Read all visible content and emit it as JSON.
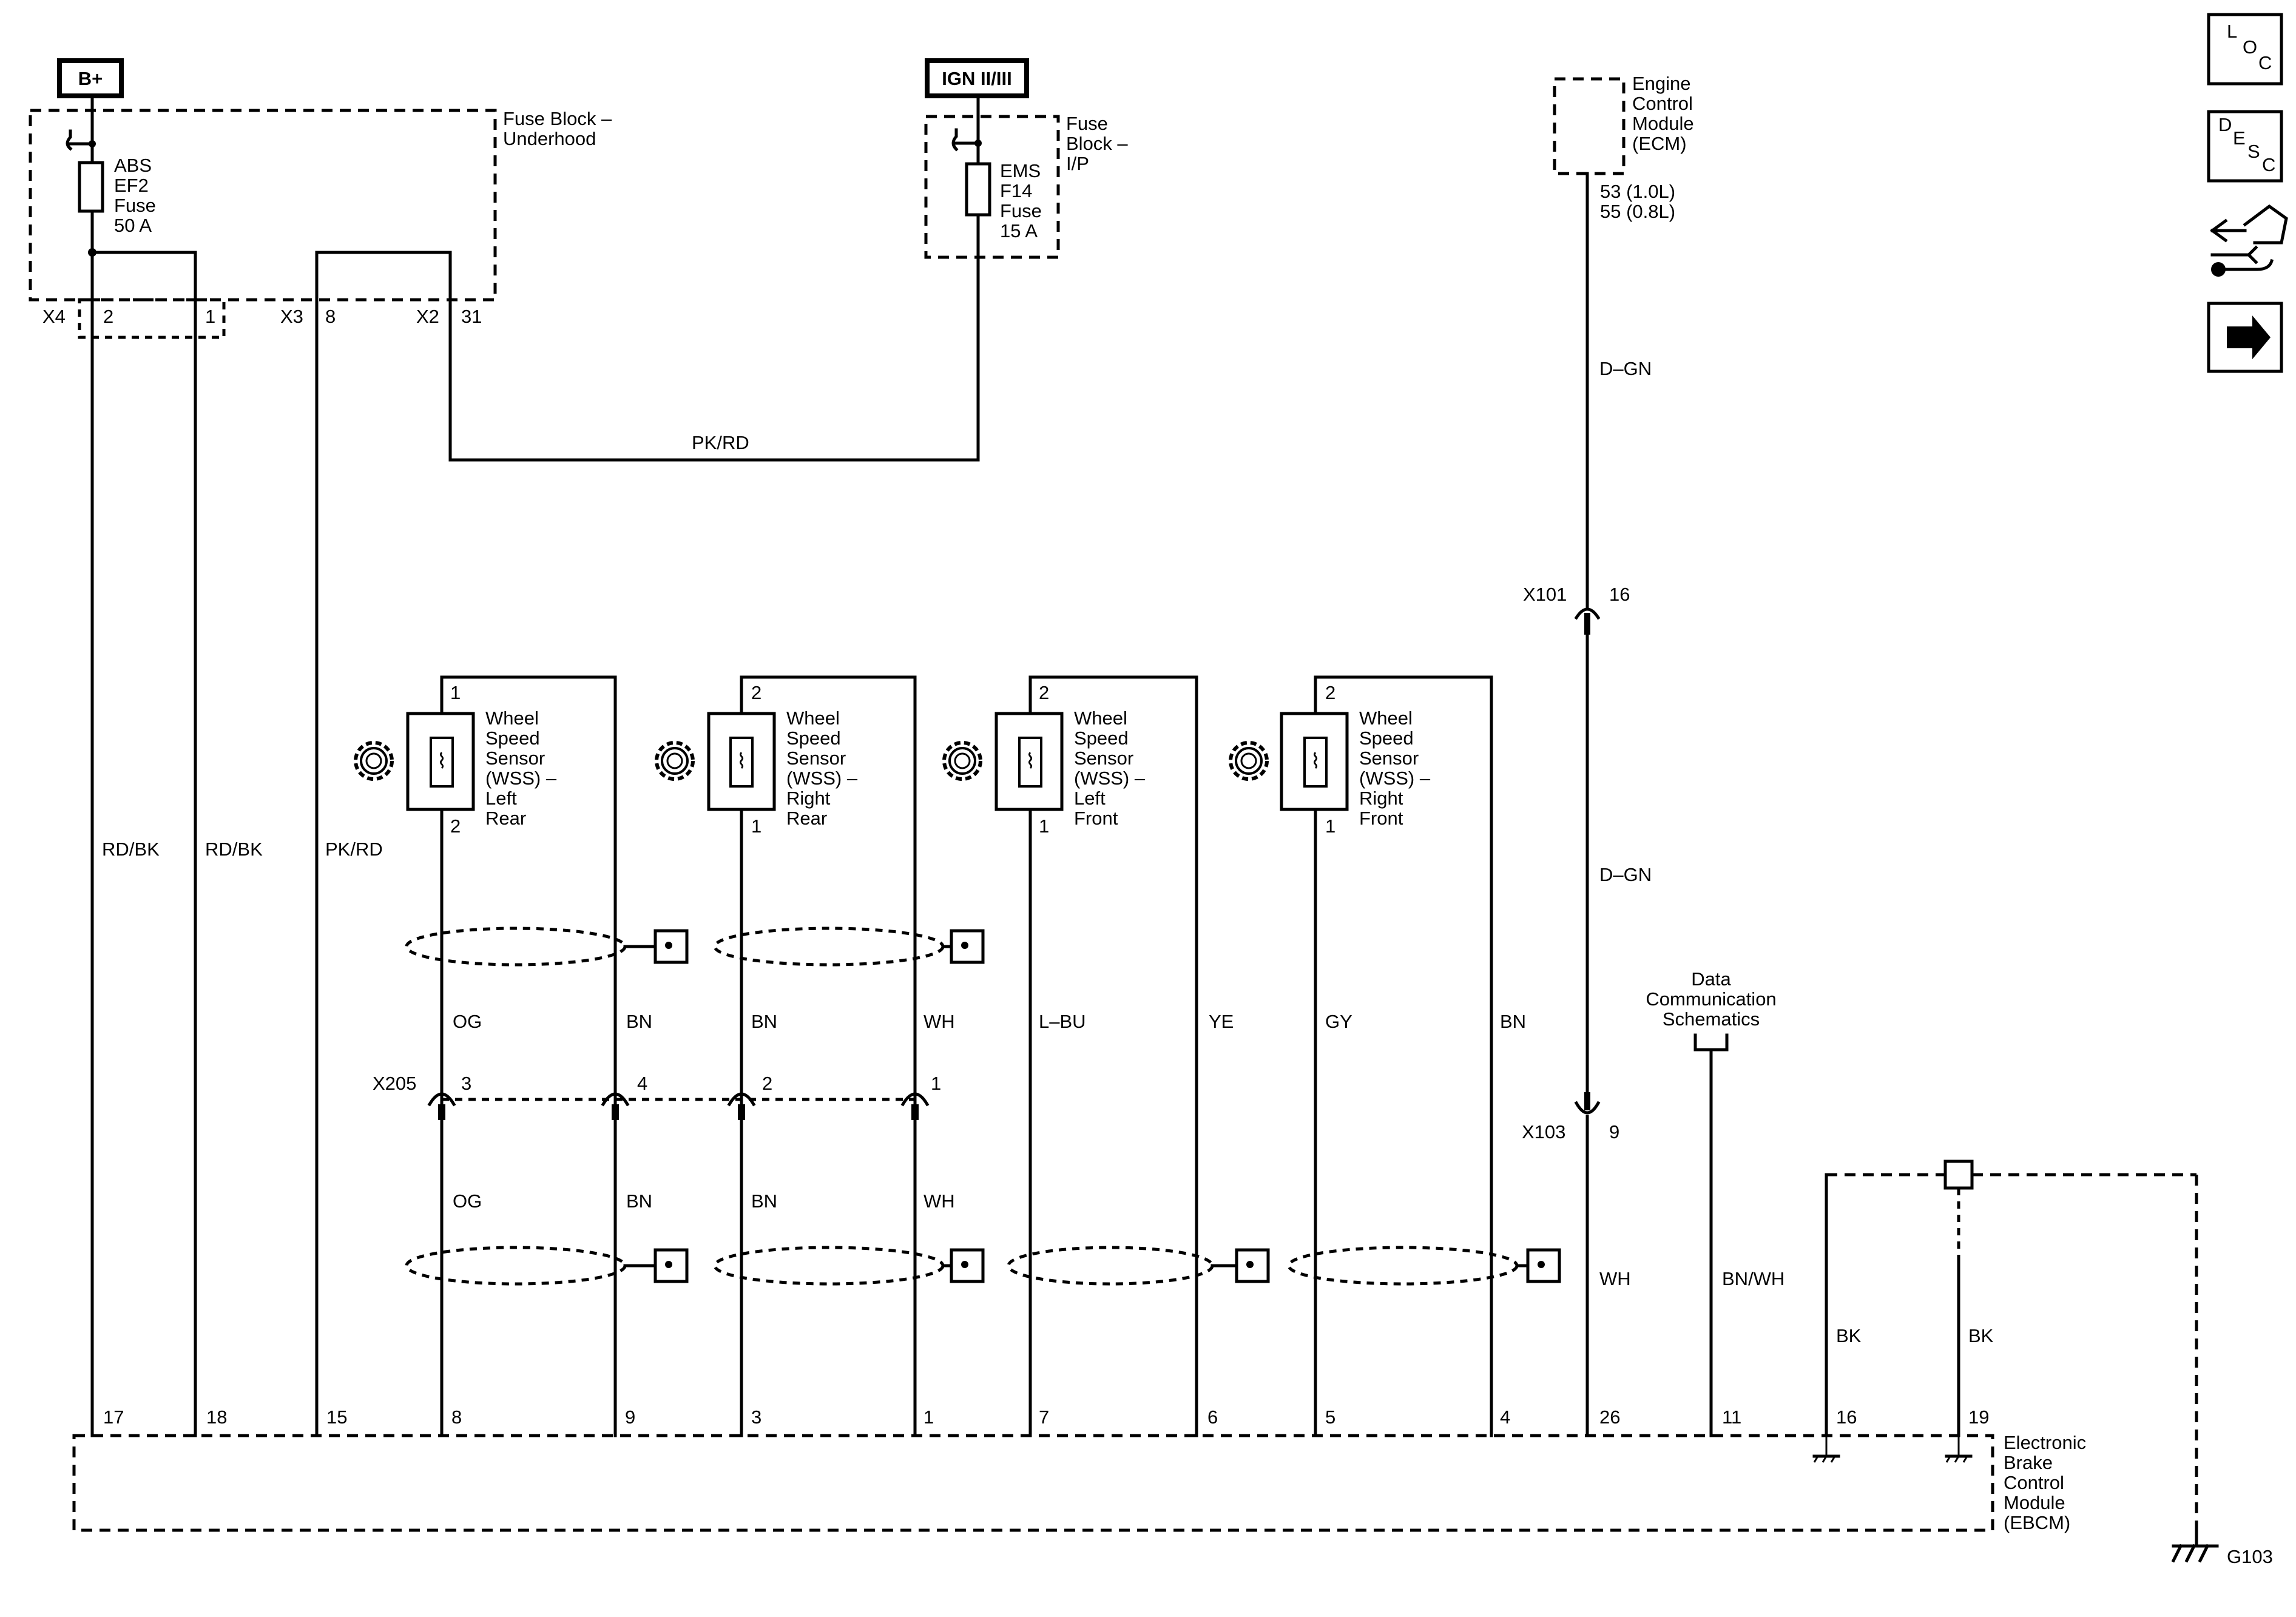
{
  "power_sources": {
    "b_plus": "B+",
    "ign": "IGN II/III"
  },
  "fuse_block_underhood": {
    "title_lines": [
      "Fuse Block –",
      "Underhood"
    ],
    "fuse_lines": [
      "ABS",
      "EF2",
      "Fuse",
      "50 A"
    ],
    "connectors": {
      "x4": "X4",
      "x4_pin_a": "2",
      "x4_pin_b": "1",
      "x3": "X3",
      "x3_pin": "8",
      "x2": "X2",
      "x2_pin": "31"
    }
  },
  "fuse_block_ip": {
    "title_lines": [
      "Fuse",
      "Block –",
      "I/P"
    ],
    "fuse_lines": [
      "EMS",
      "F14",
      "Fuse",
      "15 A"
    ]
  },
  "ecm": {
    "title_lines": [
      "Engine",
      "Control",
      "Module",
      "(ECM)"
    ],
    "pin_lines": [
      "53 (1.0L)",
      "55 (0.8L)"
    ]
  },
  "wire_colors": {
    "pk_rd_top": "PK/RD",
    "dgn_top": "D–GN",
    "dgn_mid": "D–GN",
    "rd_bk_1": "RD/BK",
    "rd_bk_2": "RD/BK",
    "pk_rd_vert": "PK/RD",
    "wh": "WH",
    "bn_wh": "BN/WH",
    "bk_1": "BK",
    "bk_2": "BK"
  },
  "connectors": {
    "x101": "X101",
    "x101_pin": "16",
    "x103": "X103",
    "x103_pin": "9",
    "x205": "X205"
  },
  "sensors": [
    {
      "lines": [
        "Wheel",
        "Speed",
        "Sensor",
        "(WSS) –",
        "Left",
        "Rear"
      ],
      "top_pin": "1",
      "bottom_pin": "2"
    },
    {
      "lines": [
        "Wheel",
        "Speed",
        "Sensor",
        "(WSS) –",
        "Right",
        "Rear"
      ],
      "top_pin": "2",
      "bottom_pin": "1"
    },
    {
      "lines": [
        "Wheel",
        "Speed",
        "Sensor",
        "(WSS) –",
        "Left",
        "Front"
      ],
      "top_pin": "2",
      "bottom_pin": "1"
    },
    {
      "lines": [
        "Wheel",
        "Speed",
        "Sensor",
        "(WSS) –",
        "Right",
        "Front"
      ],
      "top_pin": "2",
      "bottom_pin": "1"
    }
  ],
  "sensor_wires_upper": [
    "OG",
    "BN",
    "BN",
    "WH",
    "L–BU",
    "YE",
    "GY",
    "BN"
  ],
  "x205_pins": [
    "3",
    "4",
    "2",
    "1"
  ],
  "sensor_wires_lower": [
    "OG",
    "BN",
    "BN",
    "WH"
  ],
  "data_comm": {
    "lines": [
      "Data",
      "Communication",
      "Schematics"
    ]
  },
  "ebcm": {
    "title_lines": [
      "Electronic",
      "Brake",
      "Control",
      "Module",
      "(EBCM)"
    ],
    "pins": [
      "17",
      "18",
      "15",
      "8",
      "9",
      "3",
      "1",
      "7",
      "6",
      "5",
      "4",
      "26",
      "11",
      "16",
      "19"
    ]
  },
  "ground": {
    "label": "G103"
  },
  "nav_icons": {
    "loc": [
      "L",
      "O",
      "C"
    ],
    "desc": [
      "D",
      "E",
      "S",
      "C"
    ],
    "names": [
      "loc-icon",
      "desc-icon",
      "connector-wrench-icon",
      "next-arrow-icon"
    ]
  }
}
